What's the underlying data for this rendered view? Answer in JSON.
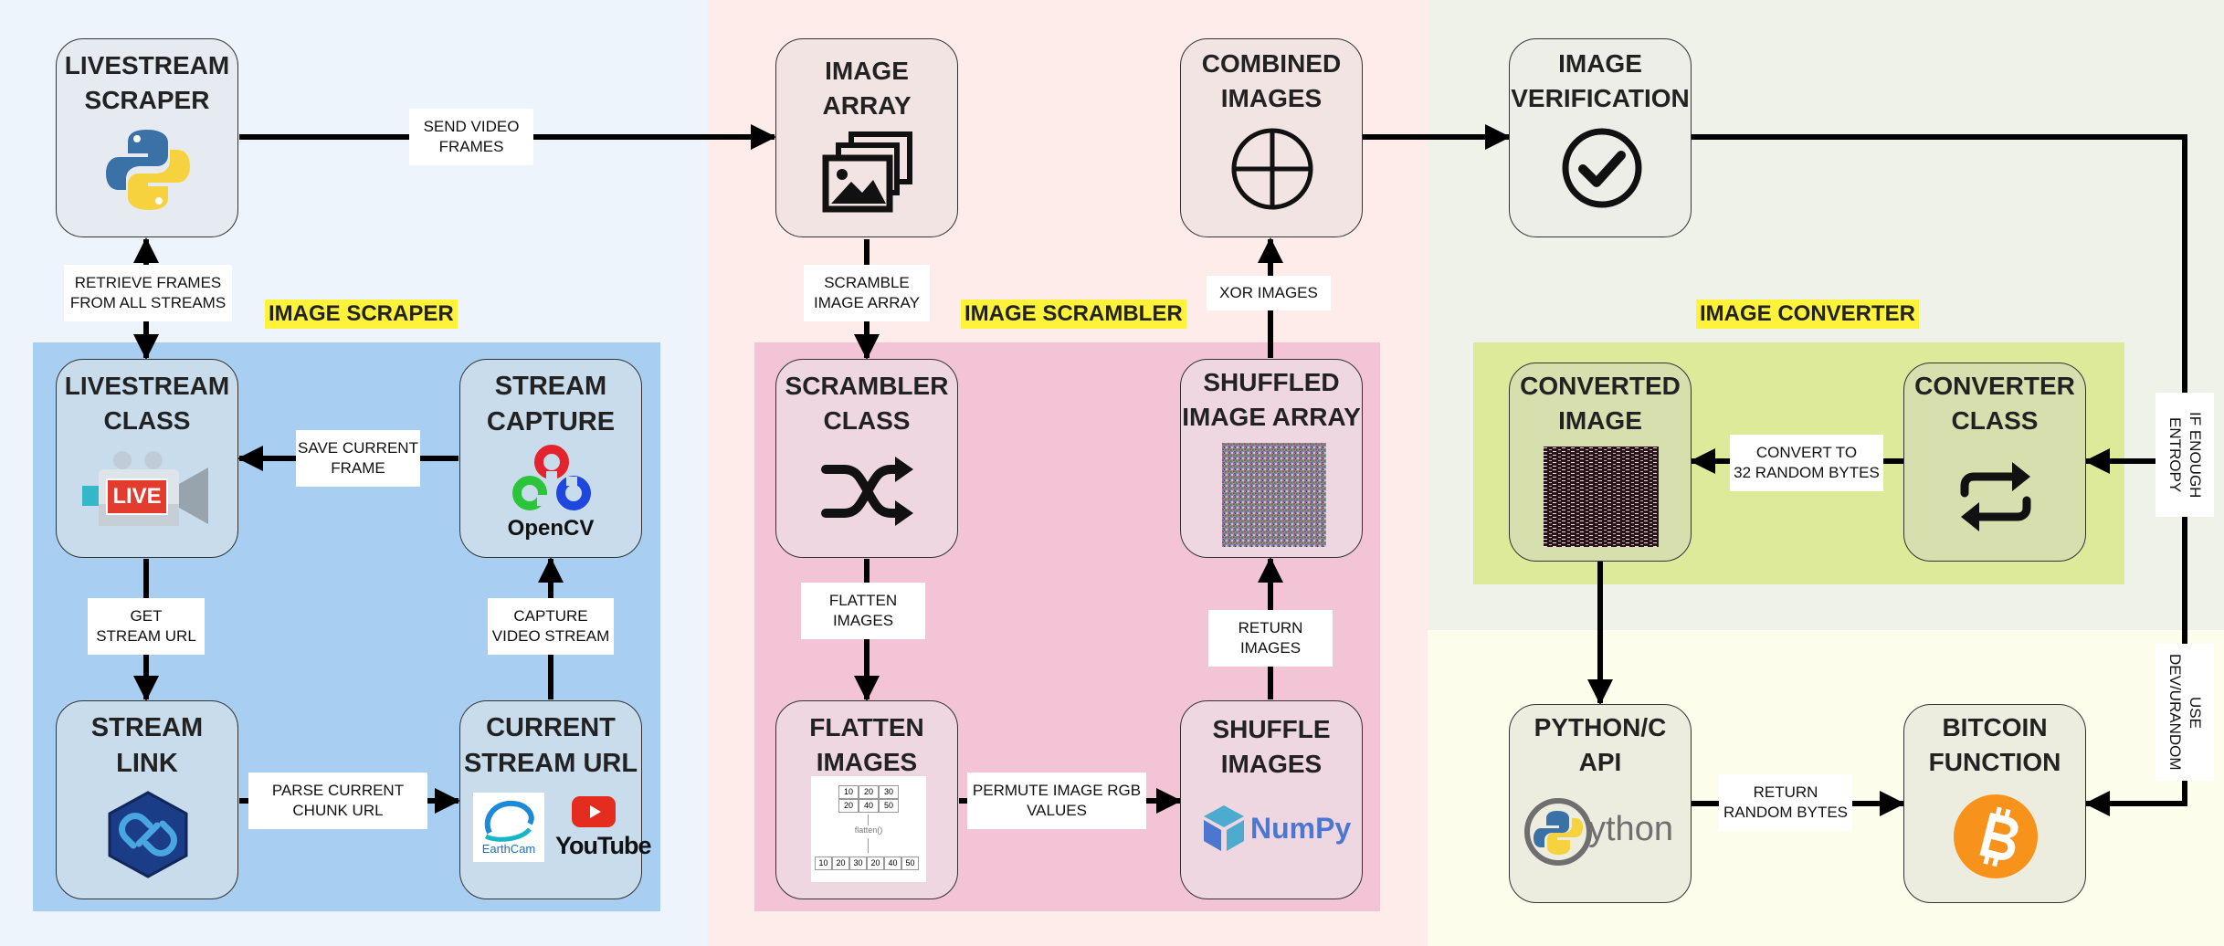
{
  "colors": {
    "zone_left": "#eef4fb",
    "zone_mid": "#fdecea",
    "zone_right_top": "#eef2e9",
    "zone_right_bottom": "#fdfdeb",
    "group_scraper": "#a8cff2",
    "group_scrambler": "#f2c4d6",
    "group_converter": "#dcea9a",
    "highlight": "#fff23a"
  },
  "groups": {
    "scraper": "IMAGE SCRAPER",
    "scrambler": "IMAGE SCRAMBLER",
    "converter": "IMAGE CONVERTER"
  },
  "nodes": {
    "livestream_scraper": {
      "title": "LIVESTREAM\nSCRAPER",
      "icon": "python-logo-icon"
    },
    "image_array": {
      "title": "IMAGE\nARRAY",
      "icon": "image-stack-icon"
    },
    "combined_images": {
      "title": "COMBINED\nIMAGES",
      "icon": "xor-circle-icon"
    },
    "image_verification": {
      "title": "IMAGE\nVERIFICATION",
      "icon": "checkmark-circle-icon"
    },
    "livestream_class": {
      "title": "LIVESTREAM\nCLASS",
      "icon": "live-camera-icon",
      "badge": "LIVE"
    },
    "stream_capture": {
      "title": "STREAM\nCAPTURE",
      "icon": "opencv-logo-icon",
      "logo_text": "OpenCV"
    },
    "stream_link": {
      "title": "STREAM\nLINK",
      "icon": "chain-link-hexagon-icon"
    },
    "current_stream_url": {
      "title": "CURRENT\nSTREAM URL",
      "icon": "earthcam-youtube-logos-icon",
      "logo_a": "EarthCam",
      "logo_b": "YouTube"
    },
    "scrambler_class": {
      "title": "SCRAMBLER\nCLASS",
      "icon": "shuffle-icon"
    },
    "shuffled_image_array": {
      "title": "SHUFFLED\nIMAGE ARRAY",
      "icon": "noise-image-icon"
    },
    "flatten_images": {
      "title": "FLATTEN\nIMAGES",
      "icon": "flatten-diagram-icon",
      "diagram_top": [
        "10",
        "20",
        "30",
        "20",
        "40",
        "50"
      ],
      "diagram_mid": "flatten()",
      "diagram_bottom": [
        "10",
        "20",
        "30",
        "20",
        "40",
        "50"
      ]
    },
    "shuffle_images": {
      "title": "SHUFFLE\nIMAGES",
      "icon": "numpy-logo-icon",
      "logo_text": "NumPy"
    },
    "converted_image": {
      "title": "CONVERTED\nIMAGE",
      "icon": "dark-noise-image-icon"
    },
    "converter_class": {
      "title": "CONVERTER\nCLASS",
      "icon": "repeat-arrows-icon"
    },
    "python_c_api": {
      "title": "PYTHON/C\nAPI",
      "icon": "cython-logo-icon",
      "logo_text": "ython"
    },
    "bitcoin_function": {
      "title": "BITCOIN\nFUNCTION",
      "icon": "bitcoin-icon"
    }
  },
  "edges": {
    "send_video_frames": "SEND VIDEO\nFRAMES",
    "retrieve_frames": "RETRIEVE FRAMES\nFROM ALL STREAMS",
    "save_current_frame": "SAVE CURRENT\nFRAME",
    "get_stream_url": "GET\nSTREAM URL",
    "capture_video_stream": "CAPTURE\nVIDEO STREAM",
    "parse_current_chunk_url": "PARSE CURRENT\nCHUNK URL",
    "scramble_image_array": "SCRAMBLE\nIMAGE ARRAY",
    "flatten_images": "FLATTEN\nIMAGES",
    "permute_image_rgb_values": "PERMUTE IMAGE RGB\nVALUES",
    "return_images": "RETURN\nIMAGES",
    "xor_images": "XOR IMAGES",
    "if_enough_entropy": "IF ENOUGH\nENTROPY",
    "convert_to_32_random_bytes": "CONVERT TO\n32 RANDOM BYTES",
    "use_dev_urandom": "USE\nDEV/URANDOM",
    "return_random_bytes": "RETURN\nRANDOM BYTES"
  }
}
